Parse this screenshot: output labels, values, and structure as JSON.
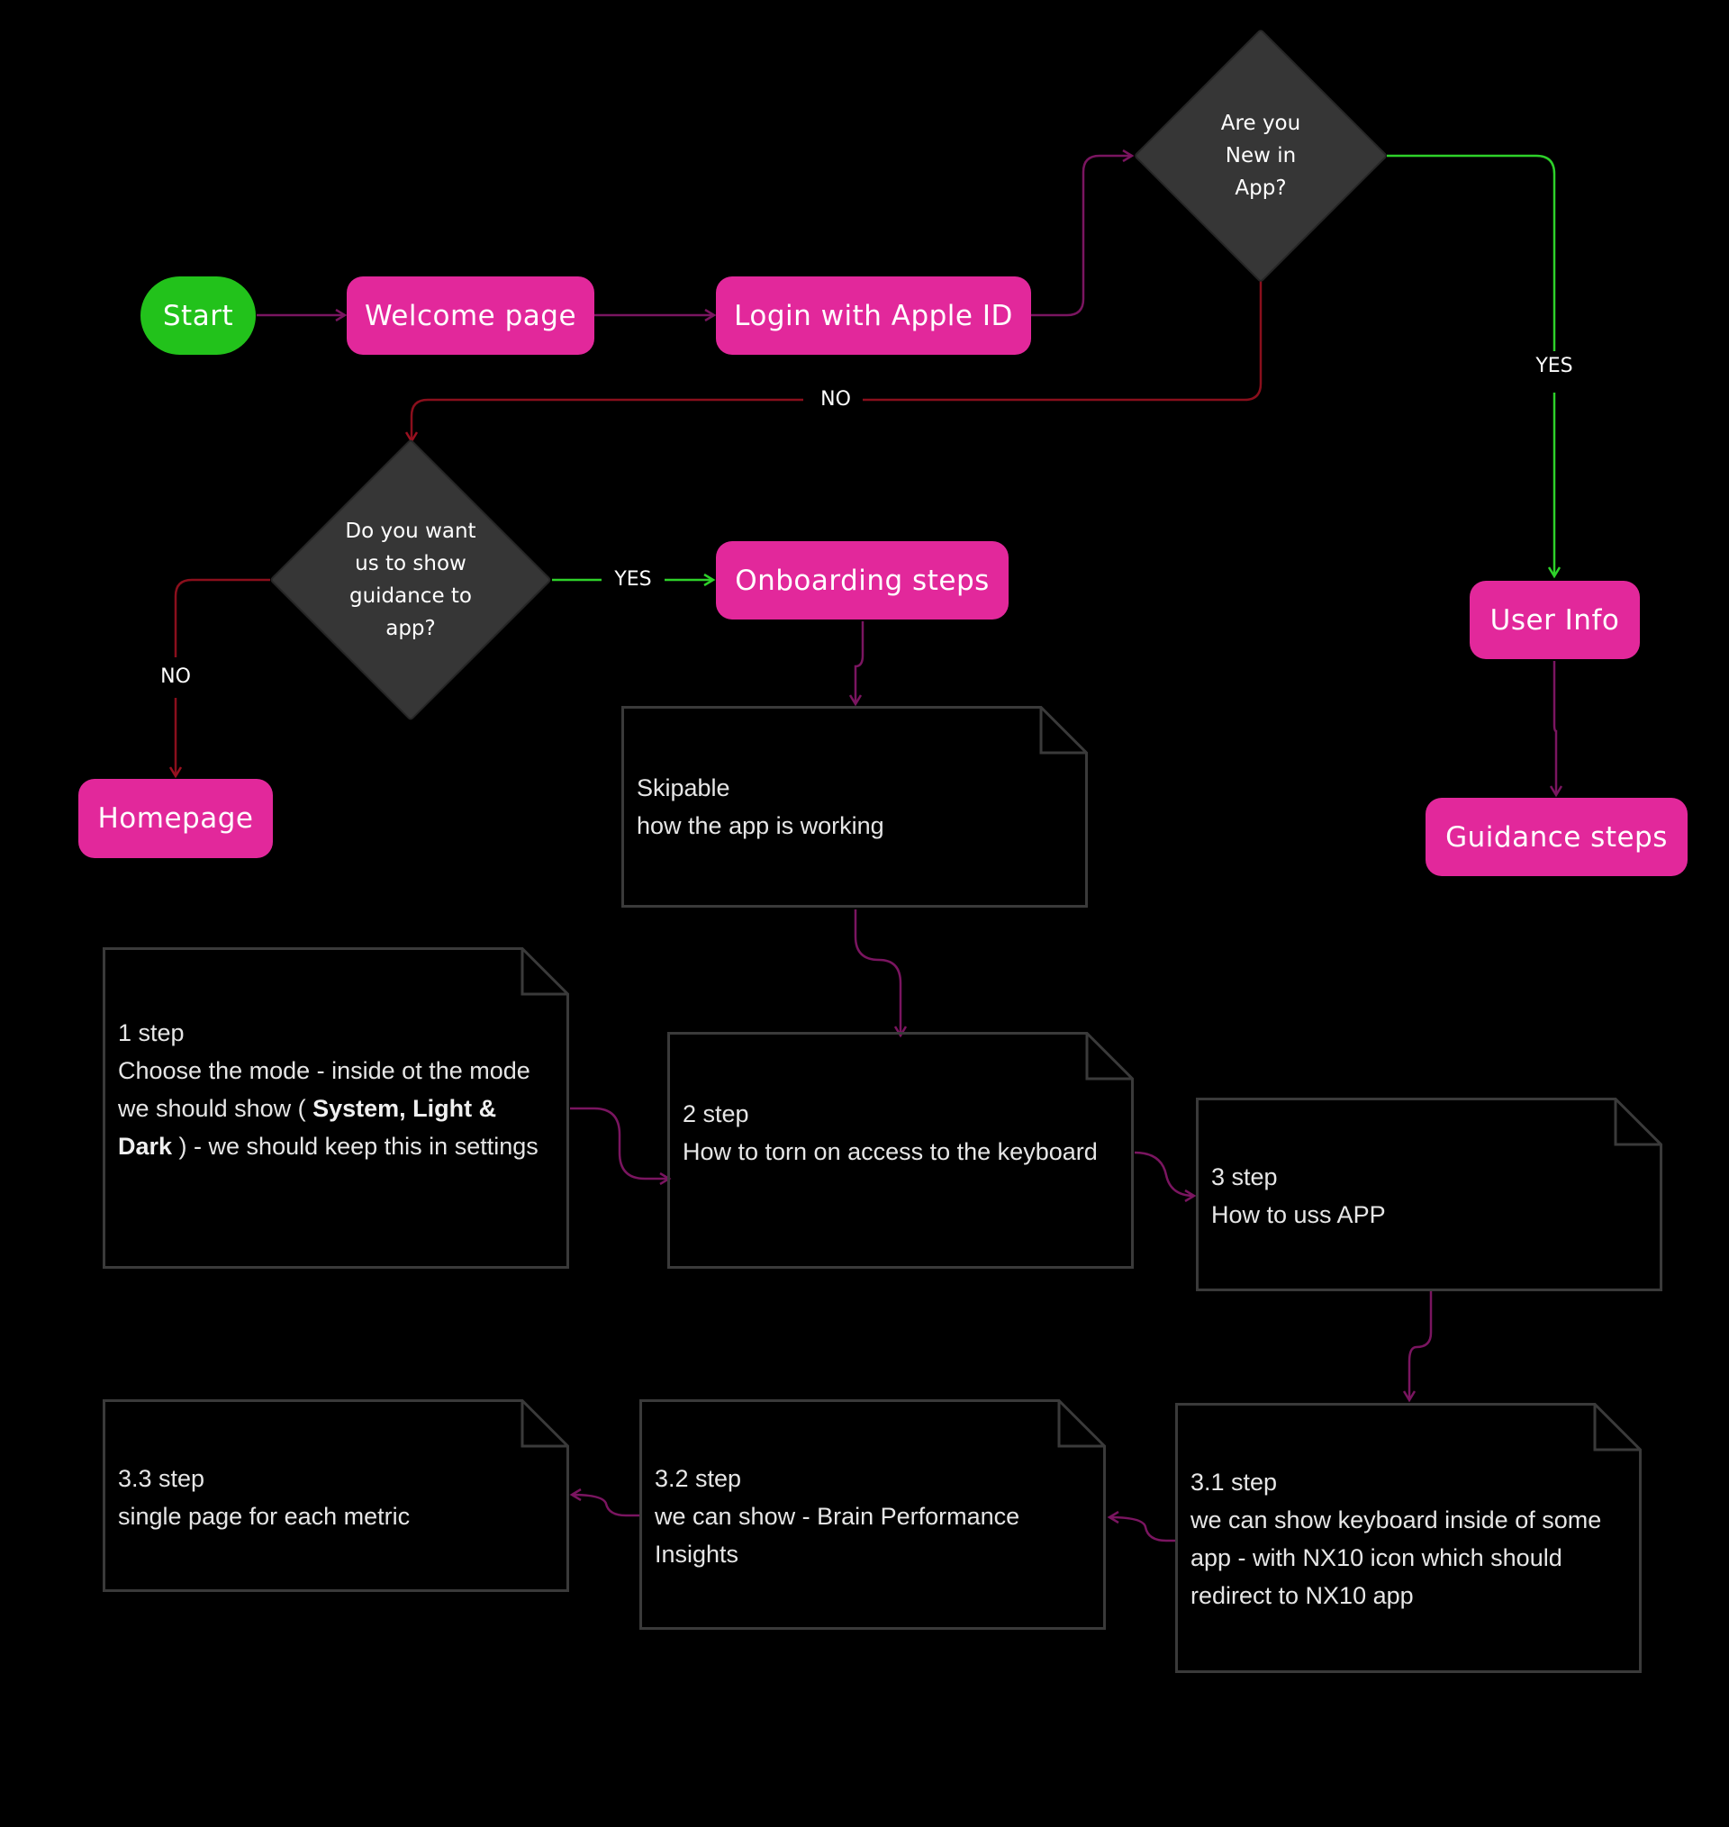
{
  "nodes": {
    "start": "Start",
    "welcome": "Welcome page",
    "login": "Login with Apple ID",
    "new_in_app": "Are you\nNew in\nApp?",
    "guidance_question": "Do you want\nus to show\nguidance to\napp?",
    "onboarding": "Onboarding steps",
    "homepage": "Homepage",
    "user_info": "User Info",
    "guidance_steps": "Guidance steps"
  },
  "edges": {
    "new_no": "NO",
    "new_yes": "YES",
    "guidance_yes": "YES",
    "guidance_no": "NO"
  },
  "notes": {
    "skipable": {
      "line1": "Skipable",
      "line2": "how the app is working"
    },
    "step1": {
      "title": "1 step",
      "pre": "Choose the mode - inside ot the mode we should show ( ",
      "bold1": "System, Light & Dark",
      "post": " ) - we should keep this in settings"
    },
    "step2": {
      "title": "2 step",
      "body": "How to torn on access to the keyboard"
    },
    "step3": {
      "title": "3 step",
      "body": "How to uss APP"
    },
    "step31": {
      "title": "3.1 step",
      "body": "we can show keyboard inside of some app - with NX10 icon which should redirect to NX10 app"
    },
    "step32": {
      "title": "3.2 step",
      "body": "we can show - Brain Performance Insights"
    },
    "step33": {
      "title": "3.3 step",
      "body": "single page for each metric"
    }
  },
  "colors": {
    "background": "#000000",
    "process_node": "#e2289b",
    "start_node": "#22c21b",
    "decision_node": "#363636",
    "connector_default": "#6e0d52",
    "connector_yes": "#2ed12a",
    "connector_no": "#8a0f1c",
    "note_border": "#3a3a3a"
  }
}
